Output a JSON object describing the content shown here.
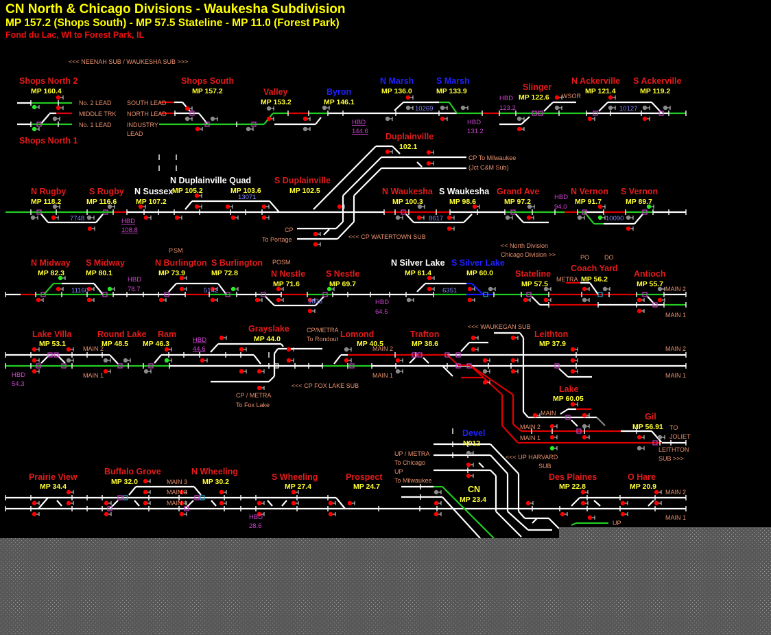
{
  "header": {
    "title": "CN North & Chicago Divisions - Waukesha Subdivision",
    "subtitle": "MP 157.2 (Shops South) - MP 57.5 Stateline - MP 11.0  (Forest Park)",
    "route": "Fond du Lac, WI to Forest Park, IL"
  },
  "colors": {
    "red": "#e41b1b",
    "blue": "#2020ff",
    "white": "#ffffff",
    "yellow": "#ffff33",
    "track_white": "#ffffff",
    "track_green": "#22cc22",
    "track_red": "#e00000",
    "track_blue": "#1a1aff",
    "signal_red": "#ff0000",
    "signal_gray": "#8a8a8a",
    "signal_green": "#22ee22",
    "label": "#e8916e",
    "block": "#8888ff",
    "hbd": "#cc44cc",
    "cyan": "#66dddd",
    "purple": "#8844ff"
  },
  "stations": [
    {
      "name": "Shops North 2",
      "mp": "MP 160.4",
      "color": "red"
    },
    {
      "name": "Shops North 1",
      "mp": "",
      "color": "red"
    },
    {
      "name": "Shops South",
      "mp": "MP 157.2",
      "color": "red"
    },
    {
      "name": "Valley",
      "mp": "MP 153.2",
      "color": "red"
    },
    {
      "name": "Byron",
      "mp": "MP 146.1",
      "color": "blue"
    },
    {
      "name": "N Marsh",
      "mp": "MP 136.0",
      "color": "blue"
    },
    {
      "name": "S Marsh",
      "mp": "MP 133.9",
      "color": "blue"
    },
    {
      "name": "Slinger",
      "mp": "MP 122.6",
      "color": "red"
    },
    {
      "name": "N Ackerville",
      "mp": "MP 121.4",
      "color": "red"
    },
    {
      "name": "S Ackerville",
      "mp": "MP 119.2",
      "color": "red"
    },
    {
      "name": "N Rugby",
      "mp": "MP 118.2",
      "color": "red"
    },
    {
      "name": "S Rugby",
      "mp": "MP 116.6",
      "color": "red"
    },
    {
      "name": "N Sussex",
      "mp": "MP 107.2",
      "color": "white"
    },
    {
      "name": "N Duplainville  Quad",
      "mp": "MP 105.2",
      "color": "white"
    },
    {
      "name": "S Duplainville",
      "mp": "MP 102.5",
      "color": "red"
    },
    {
      "name": "Duplainville",
      "mp": "102.1",
      "color": "red"
    },
    {
      "name": "N Waukesha",
      "mp": "MP 100.3",
      "color": "red"
    },
    {
      "name": "S Waukesha",
      "mp": "MP 98.6",
      "color": "white"
    },
    {
      "name": "Grand Ave",
      "mp": "MP 97.2",
      "color": "red"
    },
    {
      "name": "N Vernon",
      "mp": "MP 91.7",
      "color": "red"
    },
    {
      "name": "S Vernon",
      "mp": "MP 89.7",
      "color": "red"
    },
    {
      "name": "N Midway",
      "mp": "MP 82.3",
      "color": "red"
    },
    {
      "name": "S Midway",
      "mp": "MP 80.1",
      "color": "red"
    },
    {
      "name": "N Burlington",
      "mp": "MP 73.9",
      "color": "red"
    },
    {
      "name": "S Burlington",
      "mp": "MP 72.8",
      "color": "red"
    },
    {
      "name": "N Nestle",
      "mp": "MP 71.6",
      "color": "red"
    },
    {
      "name": "S Nestle",
      "mp": "MP 69.7",
      "color": "red"
    },
    {
      "name": "N Silver Lake",
      "mp": "MP 61.4",
      "color": "white"
    },
    {
      "name": "S Silver Lake",
      "mp": "MP 60.0",
      "color": "blue"
    },
    {
      "name": "Stateline",
      "mp": "MP 57.5",
      "color": "red"
    },
    {
      "name": "Coach Yard",
      "mp": "MP 56.2",
      "color": "red"
    },
    {
      "name": "Antioch",
      "mp": "MP 55.7",
      "color": "red"
    },
    {
      "name": "Lake Villa",
      "mp": "MP 53.1",
      "color": "red"
    },
    {
      "name": "Round Lake",
      "mp": "MP 48.5",
      "color": "red"
    },
    {
      "name": "Ram",
      "mp": "MP 46.3",
      "color": "red"
    },
    {
      "name": "Grayslake",
      "mp": "MP 44.0",
      "color": "red"
    },
    {
      "name": "Lomond",
      "mp": "MP 40.5",
      "color": "red"
    },
    {
      "name": "Trafton",
      "mp": "MP 38.6",
      "color": "red"
    },
    {
      "name": "Leithton",
      "mp": "MP 37.9",
      "color": "red"
    },
    {
      "name": "Lake",
      "mp": "MP 60.05",
      "color": "red"
    },
    {
      "name": "Gil",
      "mp": "MP 56.91",
      "color": "red"
    },
    {
      "name": "Devel",
      "mp": "N012",
      "color": "blue"
    },
    {
      "name": "Prairie View",
      "mp": "MP 34.4",
      "color": "red"
    },
    {
      "name": "Buffalo Grove",
      "mp": "MP 32.0",
      "color": "red"
    },
    {
      "name": "N Wheeling",
      "mp": "MP 30.2",
      "color": "red"
    },
    {
      "name": "S Wheeling",
      "mp": "MP 27.4",
      "color": "red"
    },
    {
      "name": "Prospect",
      "mp": "MP 24.7",
      "color": "red"
    },
    {
      "name": "Des Plaines",
      "mp": "MP 22.8",
      "color": "red"
    },
    {
      "name": "O Hare",
      "mp": "MP 20.9",
      "color": "red"
    },
    {
      "name": "CN",
      "mp": "MP 23.4",
      "color": "yellow"
    }
  ],
  "labels": [
    "<<< NEENAH SUB / WAUKESHA SUB >>>",
    "No. 2 LEAD",
    "MIDDLE TRK",
    "No. 1 LEAD",
    "SOUTH LEAD",
    "NORTH LEAD",
    "INDUSTRY",
    "LEAD",
    "WSOR",
    "CP To Milwaukee",
    "(Jct C&M Sub)",
    "CP",
    "To Portage",
    "<<< CP WATERTOWN SUB",
    "<< North Division",
    "Chicago Division >>",
    "METRA",
    "MAIN 2",
    "MAIN 1",
    "MAIN 2",
    "MAIN 1",
    "CP/METRA",
    "To Rondout",
    "MAIN 2",
    "MAIN 1",
    "<<< WAUKEGAN SUB",
    "MAIN 2",
    "MAIN 1",
    "CP / METRA",
    "To Fox Lake",
    "<<< CP FOX LAKE SUB",
    "MAIN",
    "MAIN 2",
    "MAIN 1",
    "TO",
    "JOLIET",
    "LEITHTON",
    "SUB >>>",
    "<<< UP HARVARD",
    "SUB",
    "UP / METRA",
    "To Chicago",
    "UP",
    "To Milwaukee",
    "MAIN 3",
    "MAIN 2",
    "MAIN 1",
    "MAIN 2",
    "MAIN 1",
    "UP"
  ],
  "extra_mp": [
    "MP 103.6"
  ],
  "flags": [
    {
      "text": "P",
      "color": "red"
    },
    {
      "text": "SM",
      "color": "cyan"
    },
    {
      "text": "PO",
      "color": "red"
    },
    {
      "text": "SM",
      "color": "cyan"
    },
    {
      "text": "PO",
      "color": "red"
    },
    {
      "text": "DO",
      "color": "purple"
    }
  ],
  "blocks": [
    "10269",
    "10127",
    "13071",
    "7748",
    "8617",
    "10090",
    "11160",
    "5142",
    "9636",
    "6351"
  ],
  "hbd": [
    {
      "label": "HBD",
      "mp": "144.6"
    },
    {
      "label": "HBD",
      "mp": "131.2"
    },
    {
      "label": "HBD",
      "mp": "123.2"
    },
    {
      "label": "HBD",
      "mp": "108.8"
    },
    {
      "label": "HBD",
      "mp": "94.0"
    },
    {
      "label": "HBD",
      "mp": "78.7"
    },
    {
      "label": "HBD",
      "mp": "64.5"
    },
    {
      "label": "HBD",
      "mp": "54.3"
    },
    {
      "label": "HBD",
      "mp": "44.6"
    },
    {
      "label": "HBD",
      "mp": "28.6"
    }
  ]
}
